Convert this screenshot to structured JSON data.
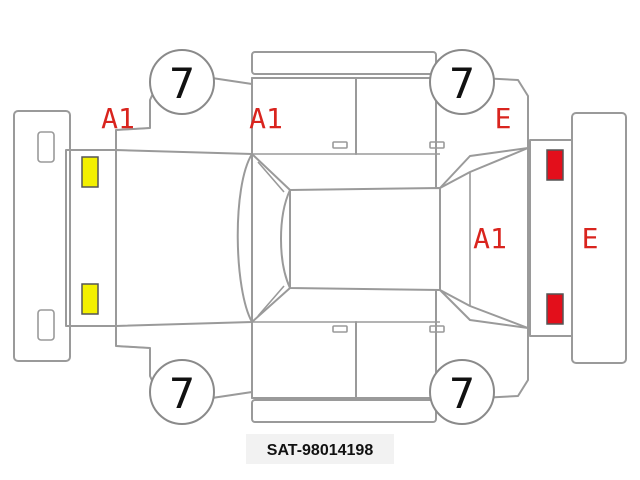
{
  "colors": {
    "outline": "#9a9a9a",
    "label_red": "#d9241e",
    "lamp_front": "#f3f000",
    "lamp_rear": "#e30f1b",
    "stock_bg": "#f2f2f2"
  },
  "wheels": {
    "front_left": "7",
    "rear_left": "7",
    "front_right": "7",
    "rear_right": "7"
  },
  "labels": {
    "front_left_fender": "A1",
    "left_front_door": "A1",
    "rear_right_quarter": "E",
    "rear_window": "A1",
    "rear_bumper": "E"
  },
  "stock_number": "SAT-98014198"
}
